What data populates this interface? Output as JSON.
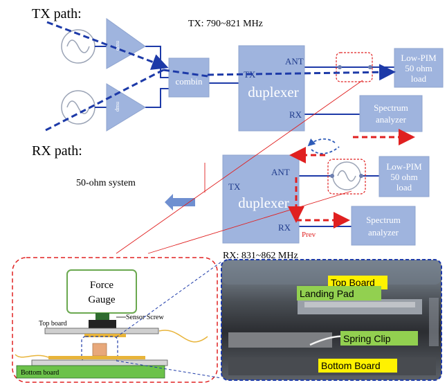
{
  "headings": {
    "tx_path": "TX path:",
    "rx_path": "RX path:"
  },
  "notes": {
    "tx_band": "TX: 790~821 MHz",
    "rx_band": "RX: 831~862 MHz",
    "system": "50-ohm system",
    "prev": "Prev"
  },
  "tx_diagram": {
    "amp_label": "dmu",
    "combiner": "combin",
    "duplexer": "duplexer",
    "port_tx": "TX",
    "port_ant": "ANT",
    "port_rx": "RX",
    "load_line1": "Low-PIM",
    "load_line2": "50 ohm",
    "load_line3": "load",
    "analyzer_line1": "Spectrum",
    "analyzer_line2": "analyzer"
  },
  "rx_diagram": {
    "duplexer": "duplexer",
    "port_tx": "TX",
    "port_ant": "ANT",
    "port_rx": "RX",
    "load_line1": "Low-PIM",
    "load_line2": "50 ohm",
    "load_line3": "load",
    "analyzer_line1": "Spectrum",
    "analyzer_line2": "analyzer"
  },
  "fixture": {
    "force_line1": "Force",
    "force_line2": "Gauge",
    "sensor_screw": "Sensor Screw",
    "top_board": "Top board",
    "bottom_board": "Bottom board"
  },
  "photo": {
    "top_board": "Top Board",
    "landing_pad": "Landing Pad",
    "spring_clip": "Spring Clip",
    "bottom_board": "Bottom Board"
  },
  "colors": {
    "box_fill": "#9fb4de",
    "signal_blue": "#1d3aa8",
    "signal_red": "#e02020",
    "label_yellow": "#fff200",
    "label_green": "#92d050",
    "force_border": "#6aa84f",
    "bottom_board_green": "#6cc24a"
  }
}
